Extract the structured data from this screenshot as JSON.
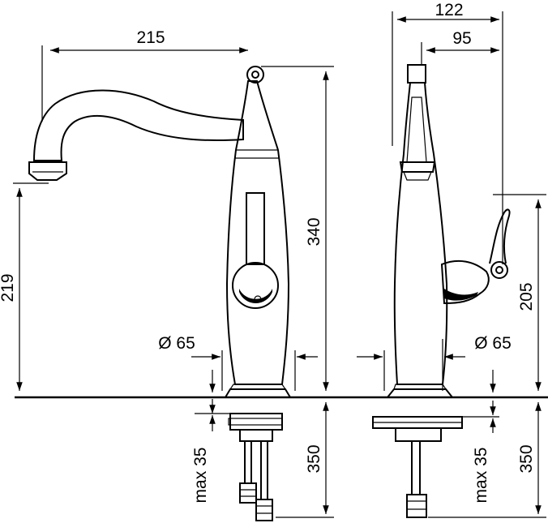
{
  "front_view": {
    "spout_reach": "215",
    "total_height": "340",
    "spout_height": "219",
    "base_diameter": "Ø 65",
    "underside_max": "max 35",
    "underside_length": "350"
  },
  "side_view": {
    "total_depth": "122",
    "top_depth": "95",
    "lever_height": "205",
    "base_diameter": "Ø 65",
    "underside_max": "max 35",
    "underside_length": "350"
  }
}
